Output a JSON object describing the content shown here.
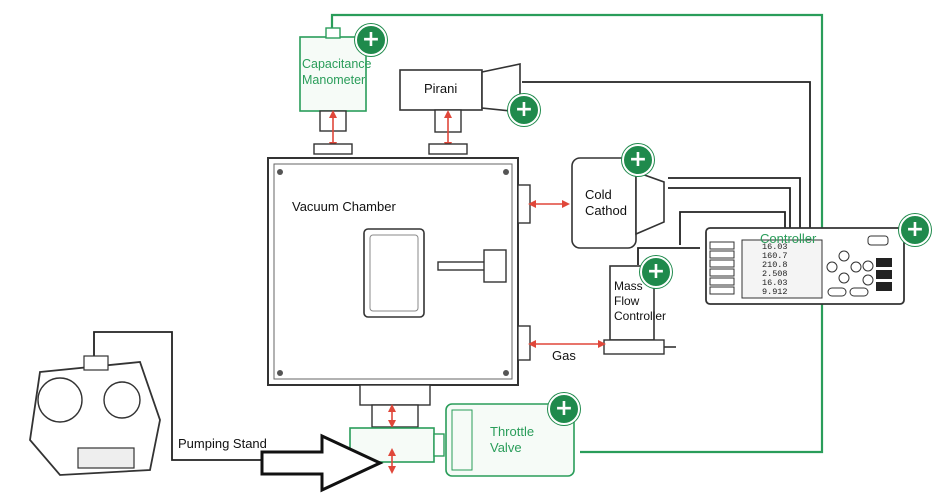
{
  "labels": {
    "capacitance_manometer": "Capacitance\nManometer",
    "pirani": "Pirani",
    "vacuum_chamber": "Vacuum Chamber",
    "cold_cathode": "Cold\nCathod",
    "mass_flow_controller": "Mass\nFlow\nController",
    "controller": "Controller",
    "gas": "Gas",
    "throttle_valve": "Throttle\nValve",
    "pumping_stand": "Pumping Stand"
  },
  "plus_symbol": "+",
  "controller_readings": [
    "16.03",
    "160.7",
    "210.8",
    "2.508",
    "16.03",
    "9.912"
  ],
  "colors": {
    "accent_green": "#2a9d5a",
    "plus_green": "#1f8a4c",
    "line_dark": "#222222",
    "arrow_red": "#e0473a"
  }
}
